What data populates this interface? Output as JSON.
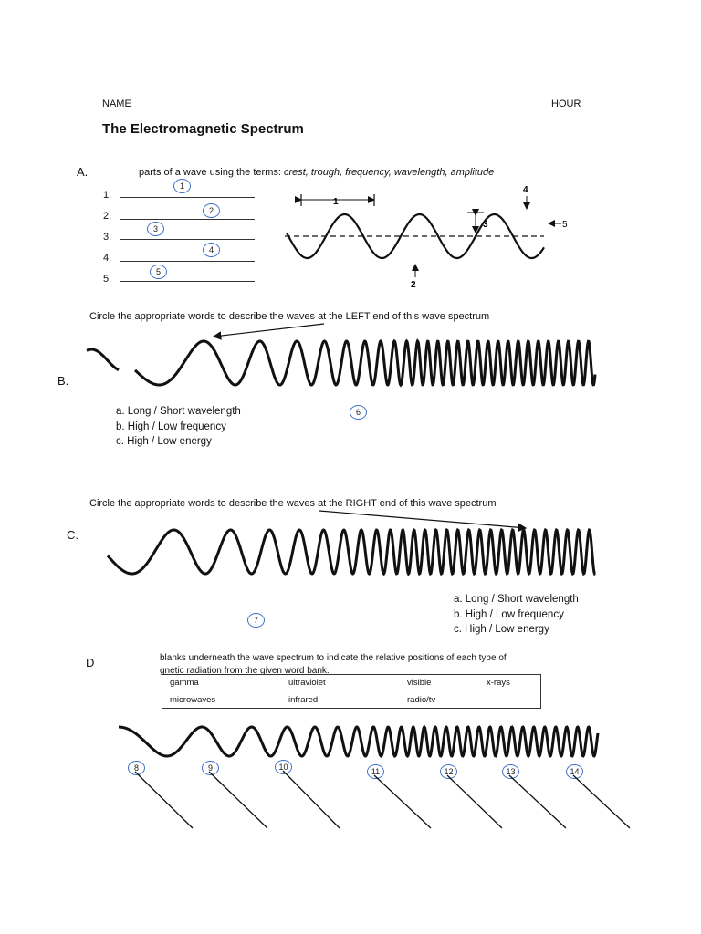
{
  "header": {
    "name_label": "NAME",
    "hour_label": "HOUR",
    "title": "The Electromagnetic Spectrum"
  },
  "section_a": {
    "letter": "A.",
    "instruction_prefix": "parts of a wave using the terms: ",
    "instruction_terms": "crest, trough, frequency, wavelength, amplitude",
    "line_labels": [
      "1.",
      "2.",
      "3.",
      "4.",
      "5."
    ],
    "bubbles": [
      "1",
      "2",
      "3",
      "4",
      "5"
    ],
    "diagram_labels": {
      "l1": "1",
      "l2": "2",
      "l3": "3",
      "l4": "4",
      "l5": "5"
    }
  },
  "section_b": {
    "letter": "B.",
    "instruction": "Circle the appropriate words to describe the waves at the LEFT end of this wave spectrum",
    "choices": [
      "a. Long  /  Short   wavelength",
      "b. High  /  Low  frequency",
      "c. High  /  Low   energy"
    ],
    "bubble": "6"
  },
  "section_c": {
    "letter": "C.",
    "instruction": "Circle the appropriate words to describe the waves at the RIGHT end of this wave spectrum",
    "choices": [
      "a. Long  /  Short   wavelength",
      "b. High  /  Low  frequency",
      "c. High  /  Low   energy"
    ],
    "bubble": "7"
  },
  "section_d": {
    "letter": "D",
    "instruction_line1": "blanks underneath the wave spectrum to indicate the relative positions of each type of",
    "instruction_line2": "gnetic radiation from the given word bank.",
    "word_bank": [
      "gamma",
      "ultraviolet",
      "visible",
      "x-rays",
      "microwaves",
      "infrared",
      "radio/tv"
    ],
    "bubbles": [
      "8",
      "9",
      "10",
      "11",
      "12",
      "13",
      "14"
    ]
  }
}
